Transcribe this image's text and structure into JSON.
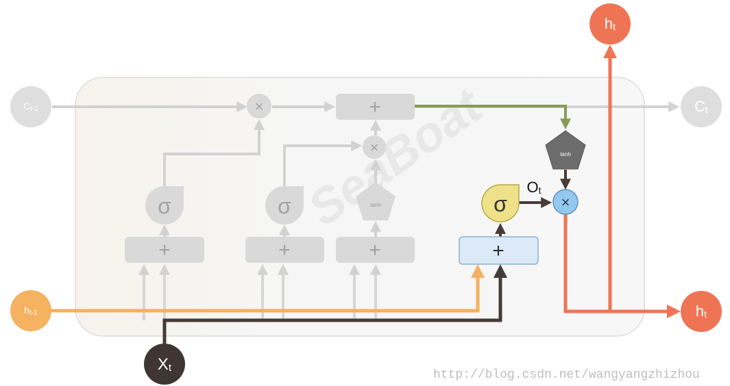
{
  "nodes": {
    "c_prev": {
      "main": "C",
      "sub": "t-1"
    },
    "c_next": {
      "main": "C",
      "sub": "t"
    },
    "h_prev": {
      "main": "h",
      "sub": "t-1"
    },
    "h_out_right": {
      "main": "h",
      "sub": "t"
    },
    "h_out_top": {
      "main": "h",
      "sub": "t"
    },
    "x_t": {
      "main": "X",
      "sub": "t"
    }
  },
  "output_gate_label": {
    "main": "O",
    "sub": "t"
  },
  "ops": {
    "multiply": "×",
    "add": "+",
    "sigmoid": "σ",
    "tanh": "tanh"
  },
  "url": "http://blog.csdn.net/wangyangzhizhou",
  "watermark": "SeaBoat",
  "colors": {
    "faded": "#d9d9d9",
    "cell_state_line": "#8a9a55",
    "input_x": "#463b36",
    "hidden_prev": "#f4b060",
    "hidden_out": "#ef7454",
    "sigmoid_active": "#efe18a",
    "multiply_active": "#94c8ef",
    "add_active": "#dbeaf6",
    "tanh_active": "#6d6d6d"
  }
}
